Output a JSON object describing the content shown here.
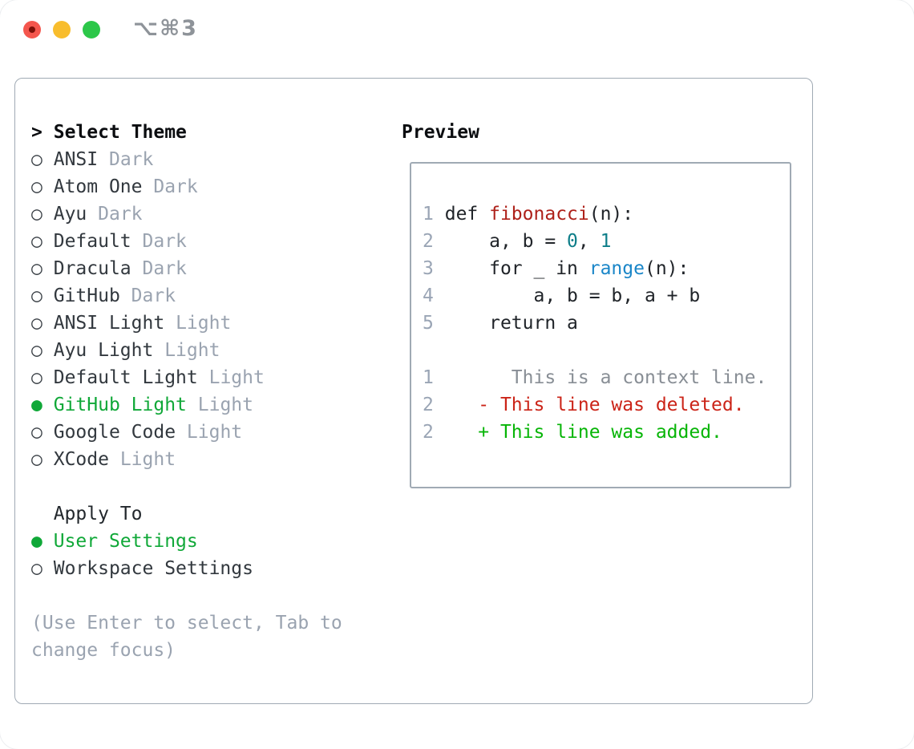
{
  "window": {
    "shortcut": "⌥⌘3",
    "traffic_lights": [
      "close",
      "minimize",
      "zoom"
    ]
  },
  "colors": {
    "accent_green": "#10a838",
    "added_green": "#07b507",
    "removed_red": "#cb2418",
    "func_red": "#ae211a",
    "number_teal": "#0e7e89",
    "builtin_blue": "#1a86c8",
    "muted": "#9aa3b0",
    "context_gray": "#888e95",
    "text_dark": "#32383e",
    "code_fg": "#202429",
    "gutter": "#9aa5b5",
    "marker": "#3b4147",
    "border": "#a0aab4",
    "heading": "#0b0d10",
    "label_dark": "#22272c",
    "traffic_red": "#f4564d",
    "traffic_red_dot": "#7c1008",
    "traffic_yellow": "#f8bd2d",
    "traffic_green": "#2cc749",
    "shortcut_gray": "#8e9399"
  },
  "theme_picker": {
    "header": {
      "prompt": ">",
      "label": "Select Theme"
    },
    "marker": "○",
    "selected_marker": "●",
    "items": [
      {
        "name": "ANSI",
        "variant": "Dark",
        "selected": false
      },
      {
        "name": "Atom One",
        "variant": "Dark",
        "selected": false
      },
      {
        "name": "Ayu",
        "variant": "Dark",
        "selected": false
      },
      {
        "name": "Default",
        "variant": "Dark",
        "selected": false
      },
      {
        "name": "Dracula",
        "variant": "Dark",
        "selected": false
      },
      {
        "name": "GitHub",
        "variant": "Dark",
        "selected": false
      },
      {
        "name": "ANSI Light",
        "variant": "Light",
        "selected": false
      },
      {
        "name": "Ayu Light",
        "variant": "Light",
        "selected": false
      },
      {
        "name": "Default Light",
        "variant": "Light",
        "selected": false
      },
      {
        "name": "GitHub Light",
        "variant": "Light",
        "selected": true
      },
      {
        "name": "Google Code",
        "variant": "Light",
        "selected": false
      },
      {
        "name": "XCode",
        "variant": "Light",
        "selected": false
      }
    ],
    "apply_to": {
      "label": "Apply To",
      "options": [
        {
          "name": "User Settings",
          "selected": true
        },
        {
          "name": "Workspace Settings",
          "selected": false
        }
      ]
    },
    "help": [
      "(Use Enter to select, Tab to",
      "change focus)"
    ]
  },
  "preview": {
    "label": "Preview",
    "lines": [
      {
        "num": "1",
        "segments": [
          {
            "t": "def ",
            "c": "fg"
          },
          {
            "t": "fibonacci",
            "c": "func"
          },
          {
            "t": "(n):",
            "c": "fg"
          }
        ]
      },
      {
        "num": "2",
        "segments": [
          {
            "t": "    a, b = ",
            "c": "fg"
          },
          {
            "t": "0",
            "c": "num"
          },
          {
            "t": ", ",
            "c": "fg"
          },
          {
            "t": "1",
            "c": "num"
          }
        ]
      },
      {
        "num": "3",
        "segments": [
          {
            "t": "    for _ in ",
            "c": "fg"
          },
          {
            "t": "range",
            "c": "builtin"
          },
          {
            "t": "(n):",
            "c": "fg"
          }
        ]
      },
      {
        "num": "4",
        "segments": [
          {
            "t": "        a, b = b, a + b",
            "c": "fg"
          }
        ]
      },
      {
        "num": "5",
        "segments": [
          {
            "t": "    return a",
            "c": "fg"
          }
        ]
      },
      {
        "num": "",
        "segments": []
      },
      {
        "num": "1",
        "segments": [
          {
            "t": "      This is a context line.",
            "c": "context"
          }
        ]
      },
      {
        "num": "2",
        "segments": [
          {
            "t": "   - This line was deleted.",
            "c": "removed"
          }
        ]
      },
      {
        "num": "2",
        "segments": [
          {
            "t": "   + This line was added.",
            "c": "added"
          }
        ]
      }
    ]
  }
}
